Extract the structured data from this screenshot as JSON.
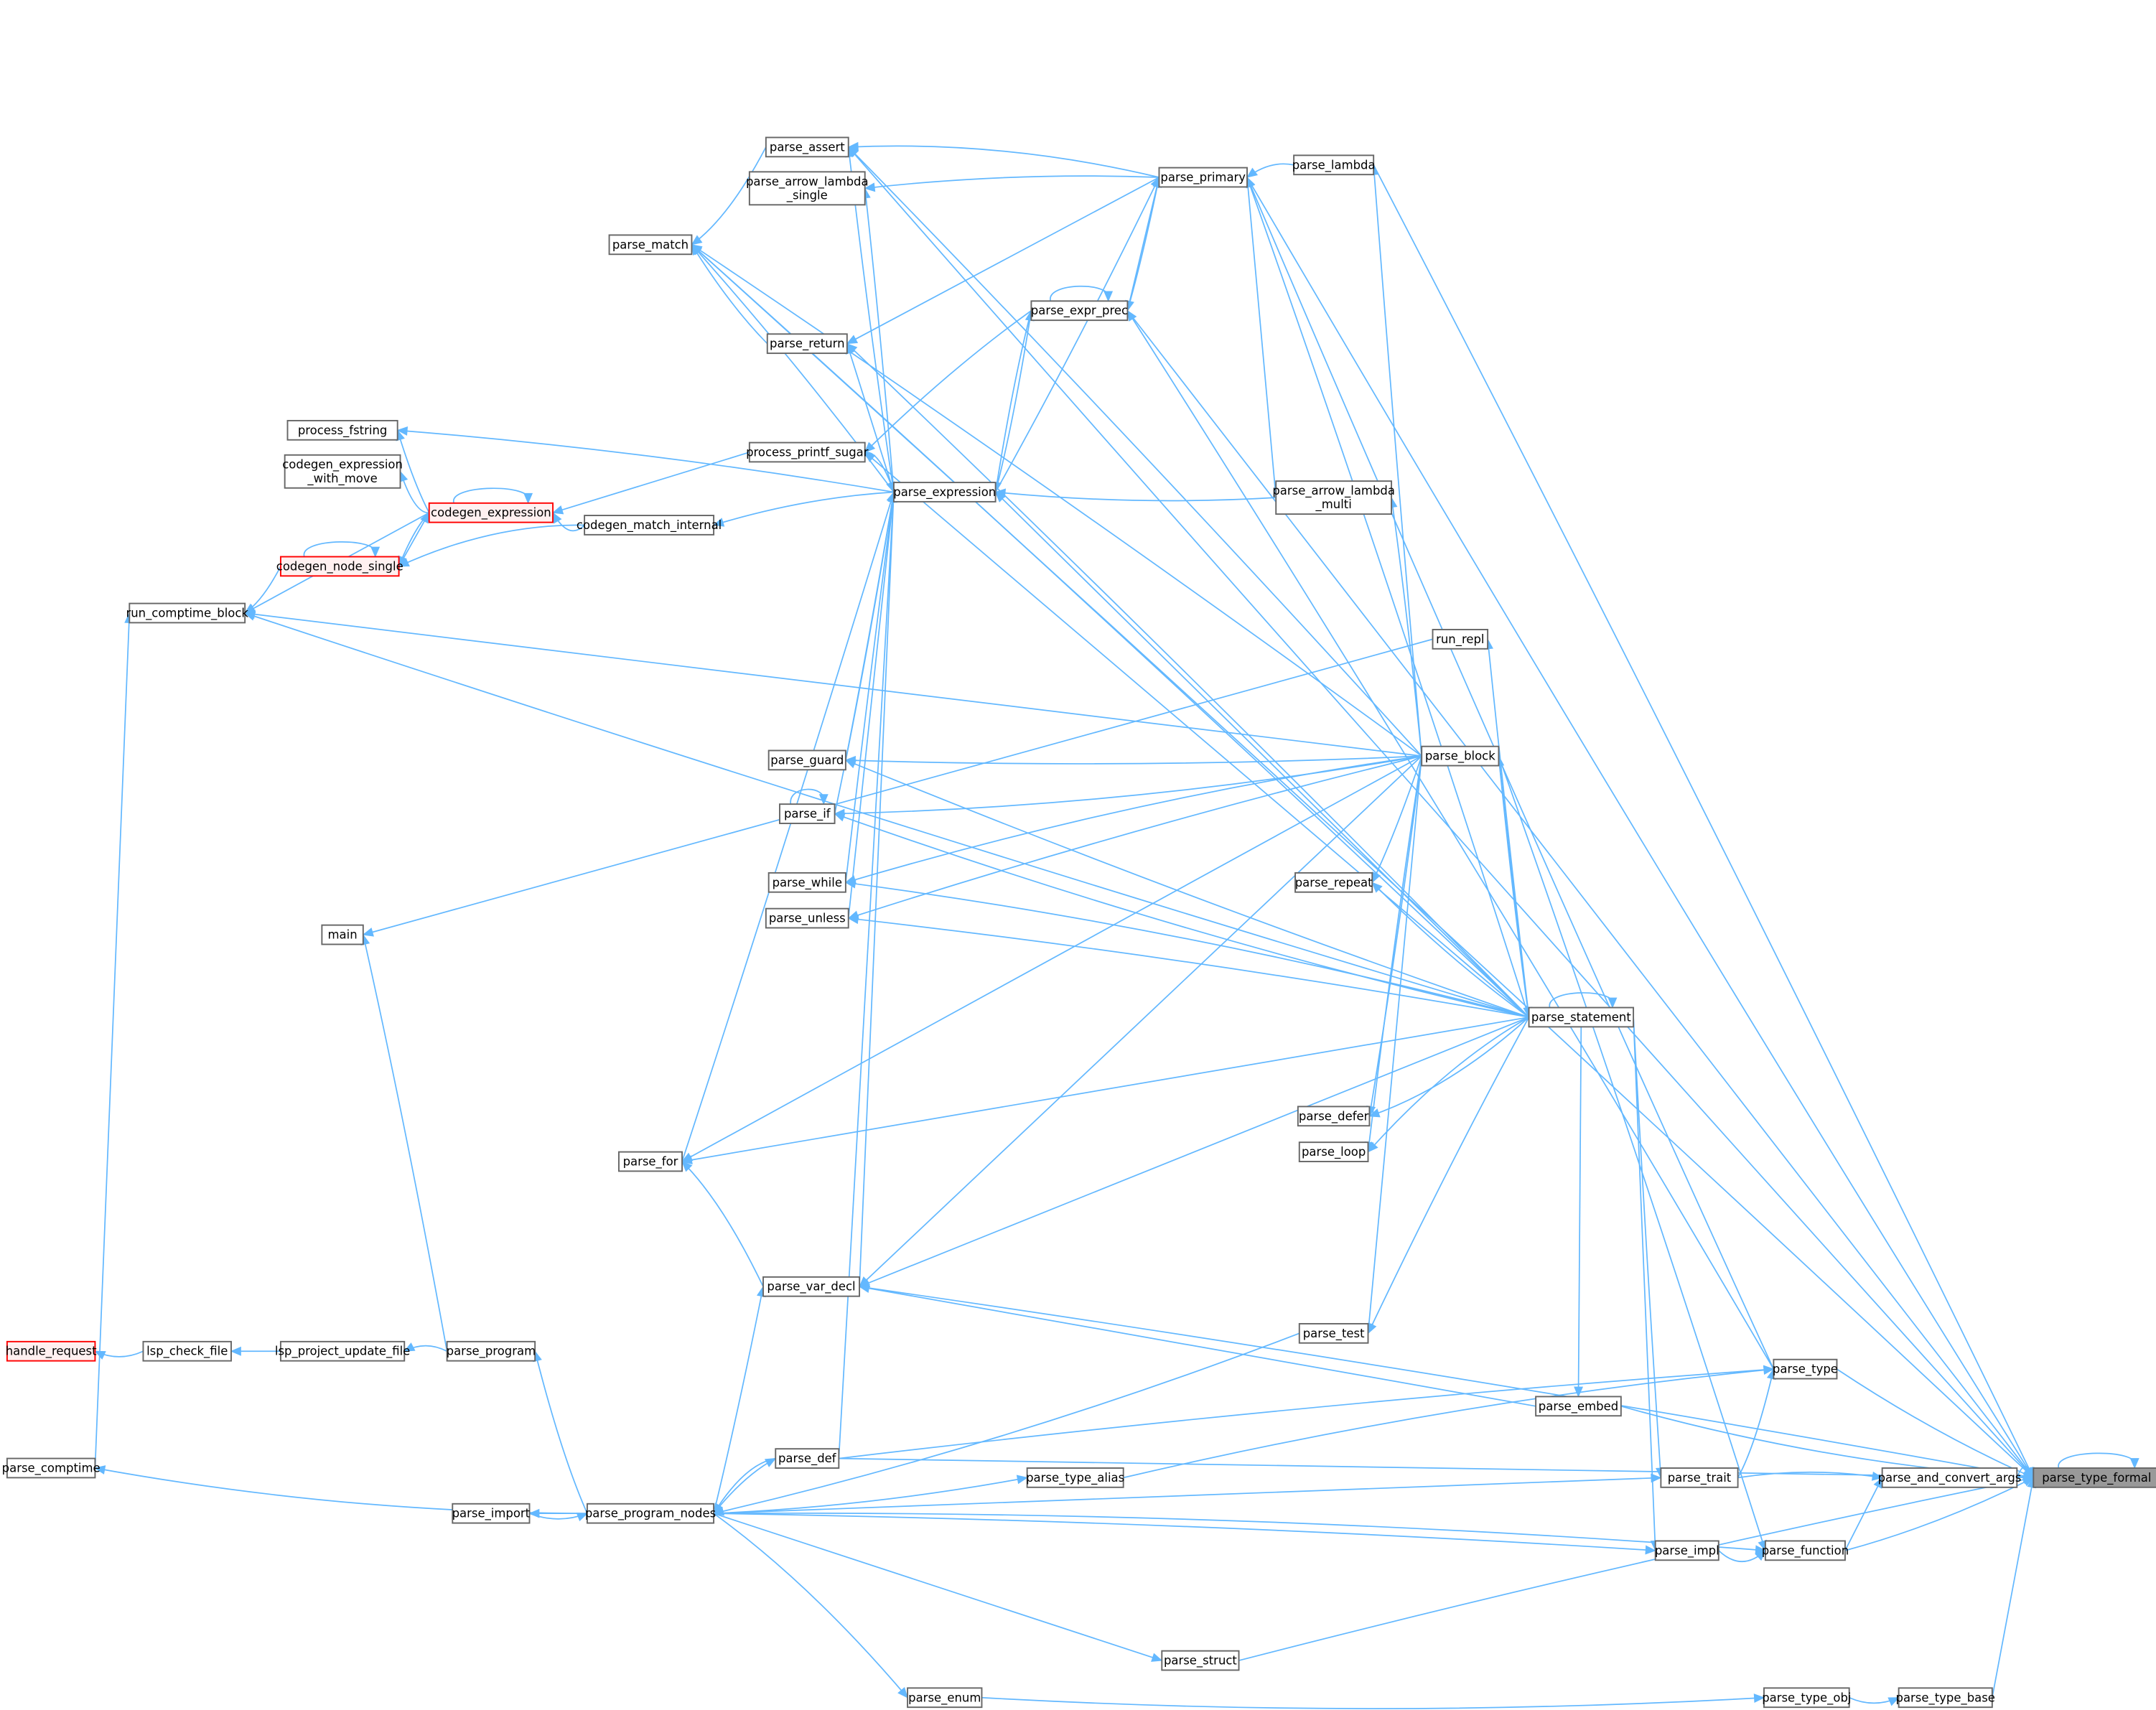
{
  "graph": {
    "focus_node": "parse_type_formal",
    "colors": {
      "edge": "#63b8ff",
      "focus_fill": "#999999",
      "truncated_border": "#ff0000",
      "node_border": "#666666"
    },
    "nodes": [
      {
        "id": "parse_type_formal",
        "label": "parse_type_formal",
        "style": "current"
      },
      {
        "id": "parse_and_convert_args",
        "label": "parse_and_convert_args"
      },
      {
        "id": "parse_trait",
        "label": "parse_trait"
      },
      {
        "id": "parse_type",
        "label": "parse_type"
      },
      {
        "id": "parse_function",
        "label": "parse_function"
      },
      {
        "id": "parse_impl",
        "label": "parse_impl"
      },
      {
        "id": "parse_type_base",
        "label": "parse_type_base"
      },
      {
        "id": "parse_type_obj",
        "label": "parse_type_obj"
      },
      {
        "id": "parse_enum",
        "label": "parse_enum"
      },
      {
        "id": "parse_struct",
        "label": "parse_struct"
      },
      {
        "id": "parse_embed",
        "label": "parse_embed"
      },
      {
        "id": "parse_type_alias",
        "label": "parse_type_alias"
      },
      {
        "id": "parse_test",
        "label": "parse_test"
      },
      {
        "id": "parse_var_decl",
        "label": "parse_var_decl"
      },
      {
        "id": "parse_loop",
        "label": "parse_loop"
      },
      {
        "id": "parse_defer",
        "label": "parse_defer"
      },
      {
        "id": "parse_statement",
        "label": "parse_statement"
      },
      {
        "id": "parse_repeat",
        "label": "parse_repeat"
      },
      {
        "id": "parse_block",
        "label": "parse_block"
      },
      {
        "id": "run_repl",
        "label": "run_repl"
      },
      {
        "id": "parse_arrow_lambda_multi",
        "label": "parse_arrow_lambda\n_multi"
      },
      {
        "id": "parse_expression",
        "label": "parse_expression"
      },
      {
        "id": "parse_expr_prec",
        "label": "parse_expr_prec"
      },
      {
        "id": "parse_primary",
        "label": "parse_primary"
      },
      {
        "id": "parse_lambda",
        "label": "parse_lambda"
      },
      {
        "id": "parse_assert",
        "label": "parse_assert"
      },
      {
        "id": "parse_arrow_lambda_single",
        "label": "parse_arrow_lambda\n_single"
      },
      {
        "id": "parse_match",
        "label": "parse_match"
      },
      {
        "id": "parse_return",
        "label": "parse_return"
      },
      {
        "id": "process_printf_sugar",
        "label": "process_printf_sugar"
      },
      {
        "id": "process_fstring",
        "label": "process_fstring"
      },
      {
        "id": "codegen_expression_with_move",
        "label": "codegen_expression\n_with_move"
      },
      {
        "id": "codegen_expression",
        "label": "codegen_expression",
        "style": "truncated"
      },
      {
        "id": "codegen_match_internal",
        "label": "codegen_match_internal"
      },
      {
        "id": "codegen_node_single",
        "label": "codegen_node_single",
        "style": "truncated"
      },
      {
        "id": "run_comptime_block",
        "label": "run_comptime_block"
      },
      {
        "id": "parse_guard",
        "label": "parse_guard"
      },
      {
        "id": "parse_if",
        "label": "parse_if"
      },
      {
        "id": "parse_while",
        "label": "parse_while"
      },
      {
        "id": "parse_unless",
        "label": "parse_unless"
      },
      {
        "id": "main",
        "label": "main"
      },
      {
        "id": "parse_for",
        "label": "parse_for"
      },
      {
        "id": "handle_request",
        "label": "handle_request",
        "style": "truncated"
      },
      {
        "id": "lsp_check_file",
        "label": "lsp_check_file"
      },
      {
        "id": "lsp_project_update_file",
        "label": "lsp_project_update_file"
      },
      {
        "id": "parse_program",
        "label": "parse_program"
      },
      {
        "id": "parse_comptime",
        "label": "parse_comptime"
      },
      {
        "id": "parse_import",
        "label": "parse_import"
      },
      {
        "id": "parse_program_nodes",
        "label": "parse_program_nodes"
      },
      {
        "id": "parse_def",
        "label": "parse_def"
      }
    ],
    "edges": [
      [
        "parse_and_convert_args",
        "parse_type_formal"
      ],
      [
        "parse_trait",
        "parse_and_convert_args"
      ],
      [
        "parse_function",
        "parse_and_convert_args"
      ],
      [
        "parse_type",
        "parse_type_formal"
      ],
      [
        "parse_trait",
        "parse_type"
      ],
      [
        "parse_type_alias",
        "parse_type"
      ],
      [
        "parse_def",
        "parse_type"
      ],
      [
        "parse_type_base",
        "parse_type_formal"
      ],
      [
        "parse_type_obj",
        "parse_type_base"
      ],
      [
        "parse_enum",
        "parse_type_obj"
      ],
      [
        "parse_program_nodes",
        "parse_enum"
      ],
      [
        "parse_struct",
        "parse_type_formal"
      ],
      [
        "parse_program_nodes",
        "parse_struct"
      ],
      [
        "parse_function",
        "parse_type_formal"
      ],
      [
        "parse_impl",
        "parse_function"
      ],
      [
        "parse_program_nodes",
        "parse_function"
      ],
      [
        "parse_program_nodes",
        "parse_impl"
      ],
      [
        "parse_program_nodes",
        "parse_trait"
      ],
      [
        "parse_program_nodes",
        "parse_type_alias"
      ],
      [
        "parse_embed",
        "parse_type_formal"
      ],
      [
        "parse_statement",
        "parse_embed"
      ],
      [
        "parse_var_decl",
        "parse_type_formal"
      ],
      [
        "parse_def",
        "parse_type_formal"
      ],
      [
        "parse_type_formal",
        "parse_type_formal"
      ],
      [
        "parse_primary",
        "parse_type_formal"
      ],
      [
        "parse_lambda",
        "parse_type_formal"
      ],
      [
        "parse_match",
        "parse_type_formal"
      ],
      [
        "parse_expr_prec",
        "parse_type_formal"
      ],
      [
        "parse_assert",
        "parse_type_formal"
      ],
      [
        "parse_type",
        "parse_primary"
      ],
      [
        "parse_type",
        "parse_expr_prec"
      ],
      [
        "parse_lambda",
        "parse_primary"
      ],
      [
        "parse_primary",
        "parse_expr_prec"
      ],
      [
        "parse_expr_prec",
        "parse_primary"
      ],
      [
        "parse_expr_prec",
        "parse_expr_prec"
      ],
      [
        "parse_primary",
        "parse_assert"
      ],
      [
        "parse_primary",
        "parse_arrow_lambda_single"
      ],
      [
        "parse_primary",
        "parse_return"
      ],
      [
        "parse_expression",
        "parse_primary"
      ],
      [
        "parse_expression",
        "parse_expr_prec"
      ],
      [
        "parse_expr_prec",
        "parse_expression"
      ],
      [
        "parse_expr_prec",
        "process_printf_sugar"
      ],
      [
        "parse_arrow_lambda_multi",
        "parse_primary"
      ],
      [
        "parse_arrow_lambda_multi",
        "parse_expression"
      ],
      [
        "parse_expression",
        "parse_assert"
      ],
      [
        "parse_expression",
        "parse_arrow_lambda_single"
      ],
      [
        "parse_expression",
        "parse_match"
      ],
      [
        "parse_expression",
        "parse_return"
      ],
      [
        "parse_return",
        "parse_match"
      ],
      [
        "parse_assert",
        "parse_match"
      ],
      [
        "process_printf_sugar",
        "parse_expression"
      ],
      [
        "parse_expression",
        "process_fstring"
      ],
      [
        "process_printf_sugar",
        "codegen_expression"
      ],
      [
        "codegen_expression",
        "process_fstring"
      ],
      [
        "codegen_expression",
        "codegen_expression_with_move"
      ],
      [
        "codegen_expression",
        "codegen_expression"
      ],
      [
        "codegen_expression",
        "codegen_node_single"
      ],
      [
        "codegen_node_single",
        "codegen_expression"
      ],
      [
        "codegen_node_single",
        "codegen_node_single"
      ],
      [
        "codegen_match_internal",
        "codegen_expression"
      ],
      [
        "codegen_match_internal",
        "codegen_node_single"
      ],
      [
        "parse_expression",
        "codegen_match_internal"
      ],
      [
        "codegen_expression",
        "run_comptime_block"
      ],
      [
        "codegen_node_single",
        "run_comptime_block"
      ],
      [
        "parse_block",
        "parse_lambda"
      ],
      [
        "parse_block",
        "parse_arrow_lambda_multi"
      ],
      [
        "parse_block",
        "parse_assert"
      ],
      [
        "parse_block",
        "run_comptime_block"
      ],
      [
        "parse_block",
        "parse_guard"
      ],
      [
        "parse_block",
        "parse_if"
      ],
      [
        "parse_block",
        "parse_while"
      ],
      [
        "parse_block",
        "parse_unless"
      ],
      [
        "parse_block",
        "parse_for"
      ],
      [
        "parse_block",
        "parse_repeat"
      ],
      [
        "parse_block",
        "parse_defer"
      ],
      [
        "parse_block",
        "parse_loop"
      ],
      [
        "parse_block",
        "parse_test"
      ],
      [
        "parse_block",
        "parse_var_decl"
      ],
      [
        "parse_block",
        "parse_statement"
      ],
      [
        "parse_statement",
        "parse_block"
      ],
      [
        "parse_block",
        "parse_function"
      ],
      [
        "parse_block",
        "parse_match"
      ],
      [
        "run_repl",
        "main"
      ],
      [
        "parse_statement",
        "run_repl"
      ],
      [
        "parse_statement",
        "parse_statement"
      ],
      [
        "parse_statement",
        "parse_primary"
      ],
      [
        "parse_statement",
        "parse_return"
      ],
      [
        "parse_statement",
        "parse_expression"
      ],
      [
        "parse_statement",
        "parse_guard"
      ],
      [
        "parse_statement",
        "parse_if"
      ],
      [
        "parse_statement",
        "parse_while"
      ],
      [
        "parse_statement",
        "parse_unless"
      ],
      [
        "parse_statement",
        "parse_for"
      ],
      [
        "parse_statement",
        "parse_repeat"
      ],
      [
        "parse_statement",
        "parse_defer"
      ],
      [
        "parse_statement",
        "parse_loop"
      ],
      [
        "parse_statement",
        "parse_test"
      ],
      [
        "parse_statement",
        "parse_var_decl"
      ],
      [
        "parse_statement",
        "run_comptime_block"
      ],
      [
        "parse_statement",
        "parse_trait"
      ],
      [
        "parse_statement",
        "parse_impl"
      ],
      [
        "parse_statement",
        "parse_match"
      ],
      [
        "parse_statement",
        "process_printf_sugar"
      ],
      [
        "parse_guard",
        "parse_expression"
      ],
      [
        "parse_if",
        "parse_expression"
      ],
      [
        "parse_if",
        "parse_if"
      ],
      [
        "parse_while",
        "parse_expression"
      ],
      [
        "parse_unless",
        "parse_expression"
      ],
      [
        "parse_for",
        "parse_expression"
      ],
      [
        "parse_var_decl",
        "parse_expression"
      ],
      [
        "parse_var_decl",
        "parse_for"
      ],
      [
        "parse_def",
        "parse_expression"
      ],
      [
        "parse_embed",
        "parse_var_decl"
      ],
      [
        "parse_program_nodes",
        "parse_var_decl"
      ],
      [
        "parse_test",
        "parse_program_nodes"
      ],
      [
        "parse_def",
        "parse_program_nodes"
      ],
      [
        "parse_program_nodes",
        "parse_def"
      ],
      [
        "parse_program_nodes",
        "parse_import"
      ],
      [
        "parse_import",
        "parse_program_nodes"
      ],
      [
        "parse_program_nodes",
        "parse_program"
      ],
      [
        "parse_program",
        "main"
      ],
      [
        "parse_program",
        "lsp_project_update_file"
      ],
      [
        "lsp_project_update_file",
        "lsp_check_file"
      ],
      [
        "lsp_check_file",
        "handle_request"
      ],
      [
        "parse_program_nodes",
        "parse_comptime"
      ],
      [
        "parse_comptime",
        "run_comptime_block"
      ]
    ]
  }
}
